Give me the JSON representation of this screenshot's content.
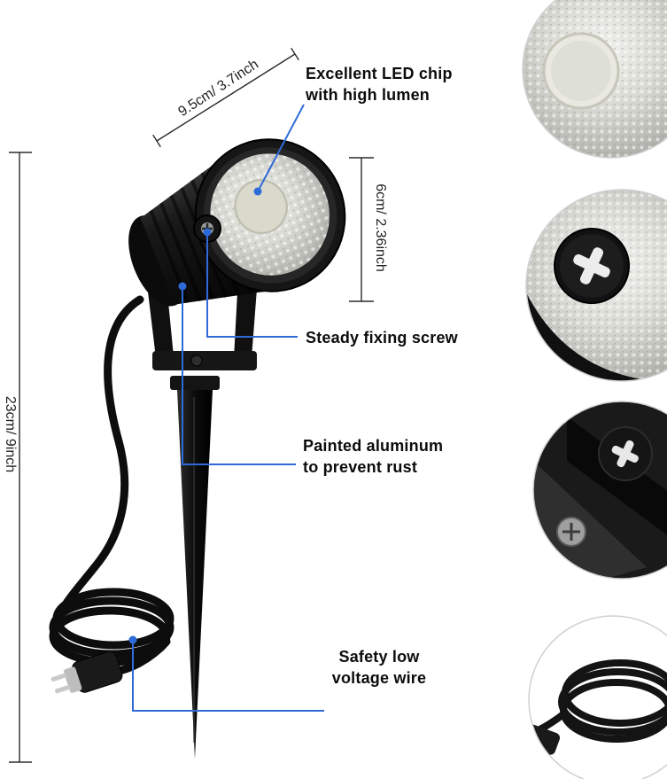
{
  "colors": {
    "accent_blue": "#2f6bd8",
    "text": "#111111",
    "background": "#ffffff"
  },
  "dimensions": {
    "head_width": "9.5cm/ 3.7inch",
    "head_height": "6cm/ 2.36inch",
    "total_height": "23cm/ 9inch"
  },
  "callouts": {
    "led": {
      "line1": "Excellent LED chip",
      "line2": "with high lumen"
    },
    "screw": {
      "label": "Steady fixing screw"
    },
    "aluminum": {
      "line1": "Painted aluminum",
      "line2": "to prevent rust"
    },
    "wire": {
      "line1": "Safety low",
      "line2": "voltage wire"
    }
  },
  "insets": [
    {
      "name": "led-chip-zoom"
    },
    {
      "name": "fixing-screw-zoom"
    },
    {
      "name": "aluminum-body-zoom"
    },
    {
      "name": "voltage-wire-zoom"
    }
  ]
}
